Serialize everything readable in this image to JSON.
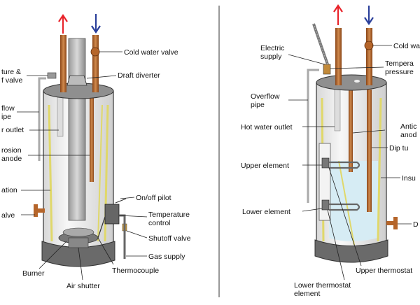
{
  "colors": {
    "hot_arrow": "#e8232a",
    "cold_arrow": "#2a3f9a",
    "copper_pipe": "#b5652a",
    "tank_body": "#ececec",
    "tank_top": "#8f8f8f",
    "base": "#6a6a6a",
    "insulation": "#e9e27a",
    "water_blue": "#d6ecf4"
  },
  "icons": {
    "hot": "hot-water-up-arrow-icon",
    "cold": "cold-water-down-arrow-icon"
  },
  "gas_heater": {
    "labels": {
      "cold_water_valve": "Cold water valve",
      "tp_valve": "ture &\nf valve",
      "draft_diverter": "Draft diverter",
      "overflow_pipe": "flow\nipe",
      "hot_water_outlet": "r outlet",
      "anode": "rosion\nanode",
      "insulation": "ation",
      "drain_valve": "alve",
      "onoff_pilot": "On/off pilot",
      "temperature_control": "Temperature\ncontrol",
      "shutoff_valve": "Shutoff valve",
      "gas_supply": "Gas supply",
      "burner": "Burner",
      "thermocouple": "Thermocouple",
      "air_shutter": "Air shutter"
    }
  },
  "electric_heater": {
    "labels": {
      "electric_supply": "Electric\nsupply",
      "cold_water_valve": "Cold wa",
      "tp_valve": "Tempera\npressure",
      "overflow_pipe": "Overflow\npipe",
      "hot_water_outlet": "Hot water outlet",
      "anode": "Antic\nanod",
      "dip_tube": "Dip tu",
      "upper_element": "Upper element",
      "insulation": "Insu",
      "lower_element": "Lower element",
      "drain_valve": "D",
      "upper_thermostat": "Upper thermostat",
      "lower_thermostat": "Lower thermostat\nelement"
    }
  }
}
